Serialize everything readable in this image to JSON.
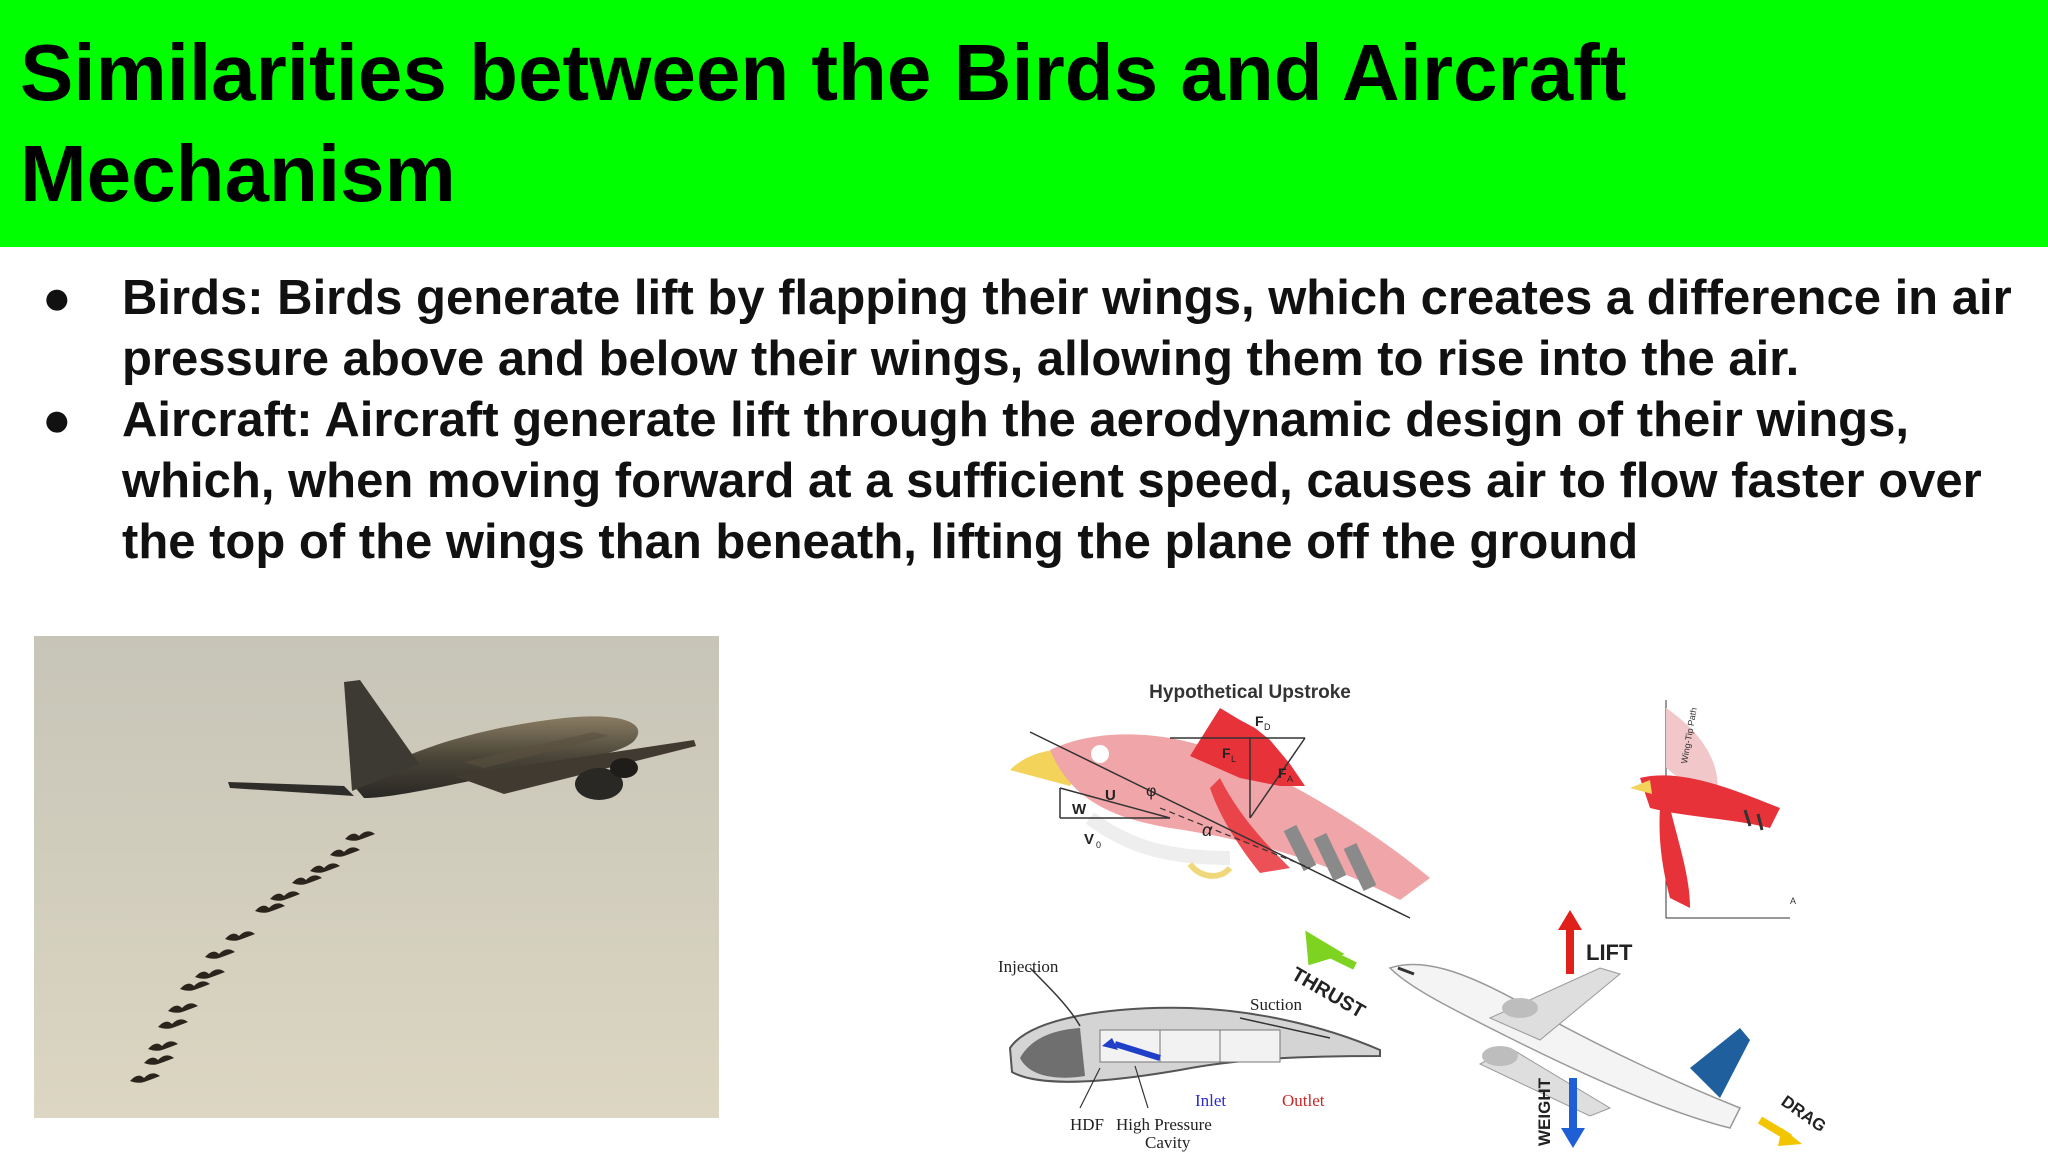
{
  "slide": {
    "title": "Similarities between the Birds and Aircraft Mechanism",
    "bullets": [
      {
        "marker": "●",
        "text": "Birds: Birds generate lift by flapping their wings, which creates a difference in air pressure above and below their wings, allowing them to rise into the air."
      },
      {
        "marker": "●",
        "text": "Aircraft: Aircraft generate lift through the aerodynamic design of their wings, which, when moving forward at a sufficient speed, causes air to flow faster over the top of the wings than beneath, lifting the plane off the ground"
      }
    ]
  },
  "diagram": {
    "title": "Hypothetical Upstroke",
    "labels": {
      "fd": "F",
      "fd_sub": "D",
      "fl": "F",
      "fl_sub": "L",
      "fa": "F",
      "fa_sub": "A",
      "u": "U",
      "w": "W",
      "v0": "V",
      "v0_sub": "0",
      "phi": "φ",
      "alpha": "α",
      "thrust": "THRUST",
      "lift": "LIFT",
      "weight": "WEIGHT",
      "drag": "DRAG",
      "wingtip_path": "Wing-Tip Path",
      "a": "A",
      "injection": "Injection",
      "suction": "Suction",
      "inlet": "Inlet",
      "outlet": "Outlet",
      "hdf": "HDF",
      "high_pressure": "High Pressure",
      "cavity": "Cavity"
    }
  },
  "colors": {
    "header_bg": "#00ff00",
    "bird_red": "#e8323a",
    "thrust_arrow": "#7ed321",
    "lift_arrow": "#e0201b",
    "weight_arrow": "#1f5fd6",
    "drag_arrow": "#f2c500",
    "tail_blue": "#1f5f9e"
  }
}
